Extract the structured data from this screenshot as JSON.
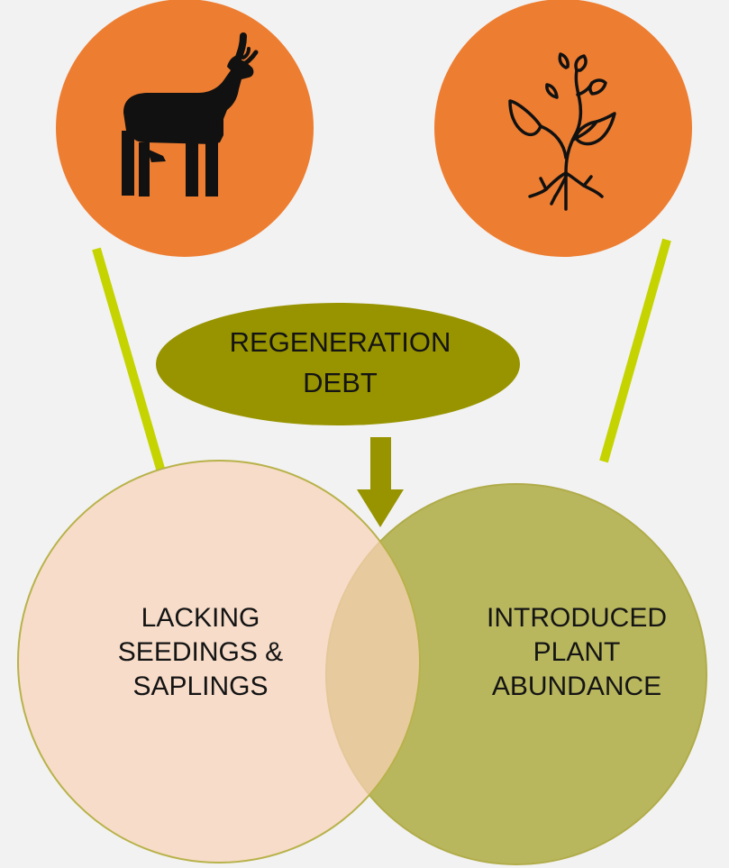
{
  "diagram": {
    "central_label": "REGENERATION\nDEBT",
    "left_circle_label": "LACKING\nSEEDINGS &\nSAPLINGS",
    "right_circle_label": "INTRODUCED\nPLANT\nABUNDANCE",
    "icons": {
      "left": "deer-icon",
      "right": "plant-seedling-icon"
    }
  },
  "colors": {
    "background": "#f2f2f2",
    "icon_circle": "#ed7d31",
    "icon_glyph": "#111111",
    "connector": "#c5d400",
    "ellipse": "#989400",
    "arrow": "#989400",
    "left_circle": "#f8d2b8",
    "left_circle_border": "#b8b24a",
    "right_circle": "#b9b75e",
    "right_circle_border": "#b0ac4a",
    "overlap": "#e8c393"
  }
}
